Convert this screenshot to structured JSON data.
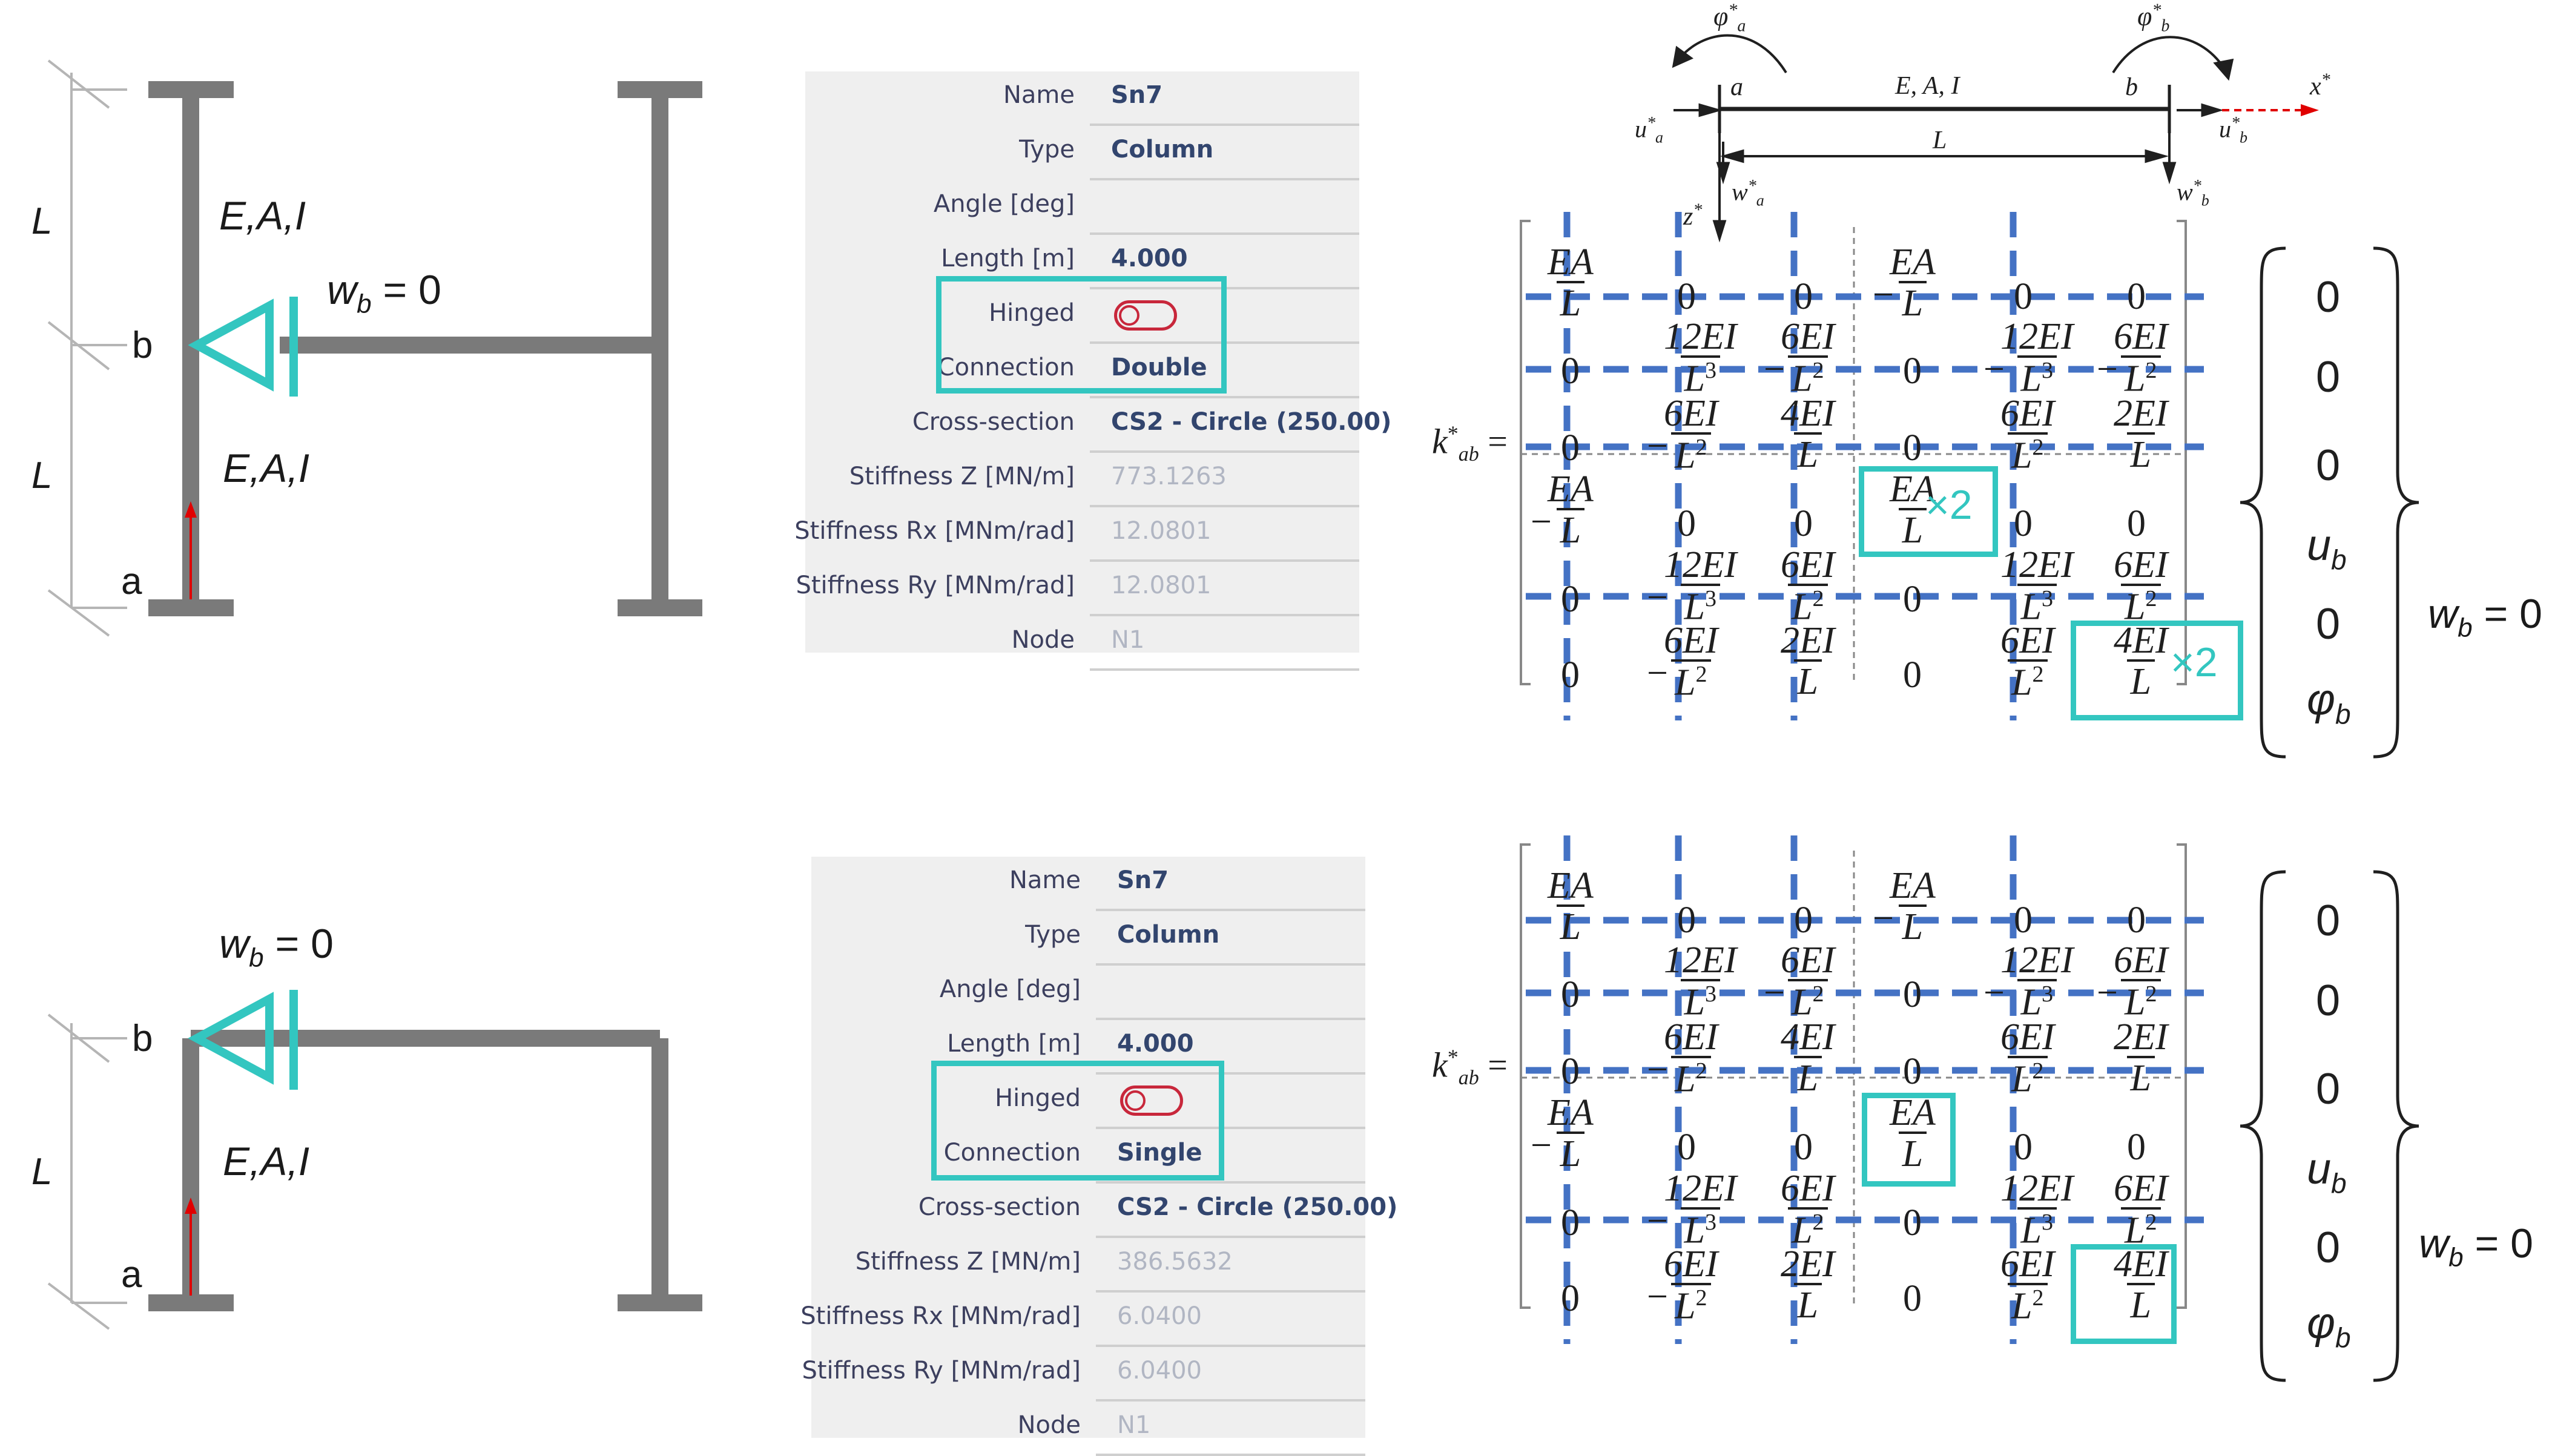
{
  "beam_diagram": {
    "phi_a": "φ*a",
    "phi_b": "φ*b",
    "node_a": "a",
    "node_b": "b",
    "props": "E, A, I",
    "length": "L",
    "u_a": "u*a",
    "u_b": "u*b",
    "x_axis": "x*",
    "z_axis": "z*",
    "w_a": "w*a",
    "w_b": "w*b"
  },
  "scenarios": [
    {
      "frame": {
        "length_top": "L",
        "length_bottom": "L",
        "props_top": "E,A,I",
        "props_bottom": "E,A,I",
        "node_a": "a",
        "node_b": "b",
        "support_label": "wb = 0"
      },
      "panel": {
        "rows": [
          {
            "label": "Name",
            "value": "Sn7"
          },
          {
            "label": "Type",
            "value": "Column"
          },
          {
            "label": "Angle [deg]",
            "value": ""
          },
          {
            "label": "Length [m]",
            "value": "4.000"
          },
          {
            "label": "Hinged",
            "value": ""
          },
          {
            "label": "Connection",
            "value": "Double"
          },
          {
            "label": "Cross-section",
            "value": "CS2 - Circle (250.00)"
          },
          {
            "label": "Stiffness Z [MN/m]",
            "value": "773.1263"
          },
          {
            "label": "Stiffness Rx [MNm/rad]",
            "value": "12.0801"
          },
          {
            "label": "Stiffness Ry [MNm/rad]",
            "value": "12.0801"
          },
          {
            "label": "Node",
            "value": "N1"
          }
        ]
      },
      "multiplier": "×2",
      "vector": [
        "0",
        "0",
        "0",
        "ub",
        "0",
        "φb"
      ],
      "vector_label": "wb = 0"
    },
    {
      "frame": {
        "length_top": "",
        "length_bottom": "L",
        "props_top": "",
        "props_bottom": "E,A,I",
        "node_a": "a",
        "node_b": "b",
        "support_label": "wb = 0"
      },
      "panel": {
        "rows": [
          {
            "label": "Name",
            "value": "Sn7"
          },
          {
            "label": "Type",
            "value": "Column"
          },
          {
            "label": "Angle [deg]",
            "value": ""
          },
          {
            "label": "Length [m]",
            "value": "4.000"
          },
          {
            "label": "Hinged",
            "value": ""
          },
          {
            "label": "Connection",
            "value": "Single"
          },
          {
            "label": "Cross-section",
            "value": "CS2 - Circle (250.00)"
          },
          {
            "label": "Stiffness Z [MN/m]",
            "value": "386.5632"
          },
          {
            "label": "Stiffness Rx [MNm/rad]",
            "value": "6.0400"
          },
          {
            "label": "Stiffness Ry [MNm/rad]",
            "value": "6.0400"
          },
          {
            "label": "Node",
            "value": "N1"
          }
        ]
      },
      "multiplier": "",
      "vector": [
        "0",
        "0",
        "0",
        "ub",
        "0",
        "φb"
      ],
      "vector_label": "wb = 0"
    }
  ],
  "matrix": {
    "symbol": "k*ab =",
    "terms": {
      "EA": "EA",
      "L": "L",
      "twelveEI": "12EI",
      "sixEI": "6EI",
      "fourEI": "4EI",
      "twoEI": "2EI",
      "L2": "L",
      "L3": "L",
      "sq": "2",
      "cube": "3",
      "zero": "0",
      "minus": "−"
    }
  },
  "colors": {
    "frame": "#7a7a7a",
    "highlight": "#33c6c0",
    "dashed_grid": "#4472c4",
    "toggle": "#c8273b",
    "arrow": "#e00000"
  }
}
